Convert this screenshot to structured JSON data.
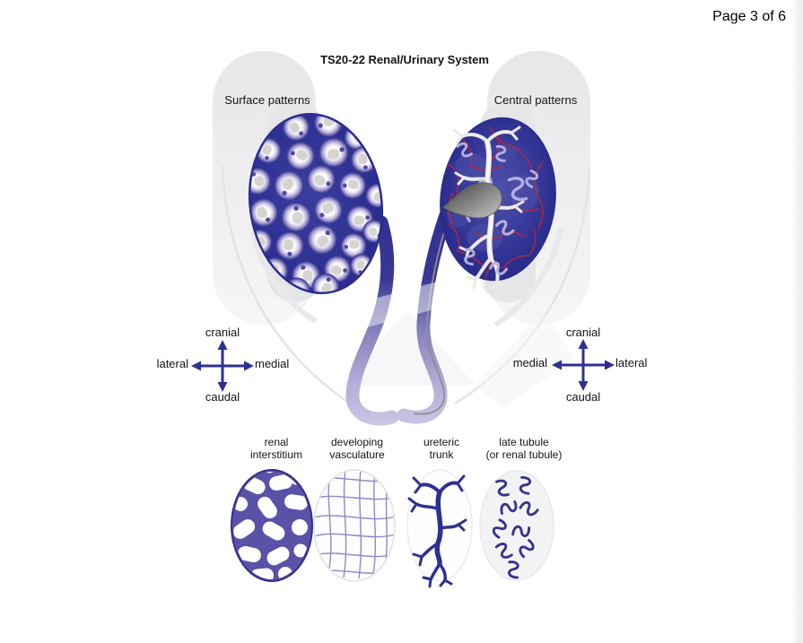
{
  "page": {
    "indicator": "Page 3 of 6"
  },
  "figure": {
    "title": "TS20-22 Renal/Urinary System",
    "panels": {
      "left": "Surface patterns",
      "right": "Central patterns"
    },
    "compass_left": {
      "top": "cranial",
      "left": "lateral",
      "right": "medial",
      "bottom": "caudal"
    },
    "compass_right": {
      "top": "cranial",
      "left": "medial",
      "right": "lateral",
      "bottom": "caudal"
    },
    "legend": [
      {
        "line1": "renal",
        "line2": "interstitium"
      },
      {
        "line1": "developing",
        "line2": "vasculature"
      },
      {
        "line1": "ureteric",
        "line2": "trunk"
      },
      {
        "line1": "late tubule",
        "line2": "(or renal tubule)"
      }
    ],
    "colors": {
      "deep_blue": "#2e3192",
      "lavender": "#b7b1d9",
      "vessel_red": "#d2232a",
      "interstitium_purple": "#5a52a6",
      "body_gray": "#ececee",
      "pelvis_gray": "#7a7a7a"
    }
  }
}
